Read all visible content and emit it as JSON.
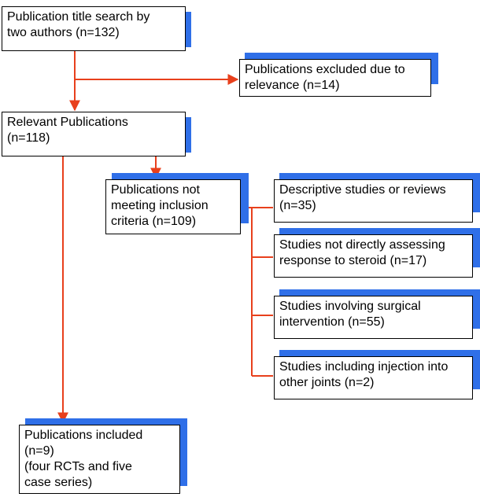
{
  "colors": {
    "shadow": "#2f6fe8",
    "connector": "#e8401c",
    "border": "#000000"
  },
  "boxes": {
    "title_search": "Publication title search by\ntwo authors (n=132)",
    "excluded_relevance": "Publications excluded due to\nrelevance (n=14)",
    "relevant": "Relevant Publications\n(n=118)",
    "not_meeting": "Publications not\nmeeting inclusion\ncriteria (n=109)",
    "descriptive": "Descriptive studies or reviews\n(n=35)",
    "not_assessing": "Studies not directly assessing\nresponse to steroid (n=17)",
    "surgical": "Studies involving surgical\nintervention (n=55)",
    "injection": "Studies including injection into\nother joints (n=2)",
    "included": "Publications included\n(n=9)\n(four RCTs and five\ncase series)"
  }
}
